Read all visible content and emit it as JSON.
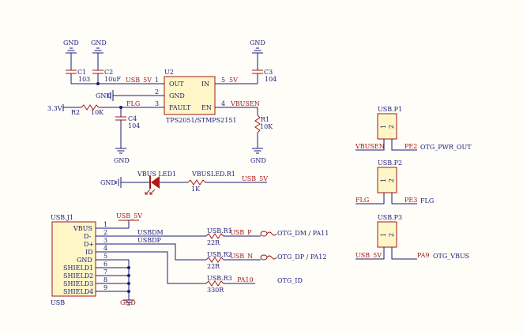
{
  "u2": {
    "ref": "U2",
    "part": "TPS2051/STMPS2151",
    "pin_out": "OUT",
    "pin_gnd": "GND",
    "pin_fault": "FAULT",
    "pin_in": "IN",
    "pin_en": "EN",
    "n1": "1",
    "n2": "2",
    "n3": "3",
    "n4": "4",
    "n5": "5"
  },
  "caps": {
    "c1_ref": "C1",
    "c1_val": "103",
    "c2_ref": "C2",
    "c2_val": "10uF",
    "c3_ref": "C3",
    "c3_val": "104",
    "c4_ref": "C4",
    "c4_val": "104"
  },
  "res": {
    "r1_ref": "R1",
    "r1_val": "10K",
    "r2_ref": "R2",
    "r2_val": "10K",
    "r3_ref": "USB.R1",
    "r3_val": "22R",
    "r4_ref": "USB.R2",
    "r4_val": "22R",
    "r5_ref": "USB.R3",
    "r5_val": "330R",
    "r6_ref": "VBUSLED.R1",
    "r6_val": "1K"
  },
  "nets": {
    "gnd": "GND",
    "usb_5v": "USB_5V",
    "v5": "5V",
    "v33": "3.3V",
    "flg": "FLG",
    "vbusen": "VBUSEN",
    "usbdm": "USBDM",
    "usbdp": "USBDP",
    "usb_p": "USB_P",
    "usb_n": "USB_N",
    "pa10": "PA10",
    "otg_dm": "OTG_DM / PA11",
    "otg_dp": "OTG_DP / PA12",
    "otg_id": "OTG_ID"
  },
  "led": {
    "ref": "VBUS LED1"
  },
  "usbj1": {
    "ref": "USB.J1",
    "name": "USB",
    "pins": [
      "VBUS",
      "D-",
      "D+",
      "ID",
      "GND",
      "SHIELD1",
      "SHIELD2",
      "SHIELD3",
      "SHIELD4"
    ],
    "nums": [
      "1",
      "2",
      "3",
      "4",
      "5",
      "6",
      "7",
      "8",
      "9"
    ]
  },
  "headers": [
    {
      "ref": "USB.P1",
      "p1": "1",
      "p2": "2",
      "left": "VBUSEN",
      "right": "PE2",
      "func": "OTG_PWR_OUT"
    },
    {
      "ref": "USB.P2",
      "p1": "1",
      "p2": "2",
      "left": "FLG",
      "right": "PE3",
      "func": "FLG"
    },
    {
      "ref": "USB.P3",
      "p1": "1",
      "p2": "2",
      "left": "USB_5V",
      "right": "PA9",
      "func": "OTG_VBUS"
    }
  ],
  "colors": {
    "wire": "#1a1a7a",
    "net_label": "#a01818",
    "body_fill": "#fff6c8",
    "background": "#fffdf7"
  }
}
